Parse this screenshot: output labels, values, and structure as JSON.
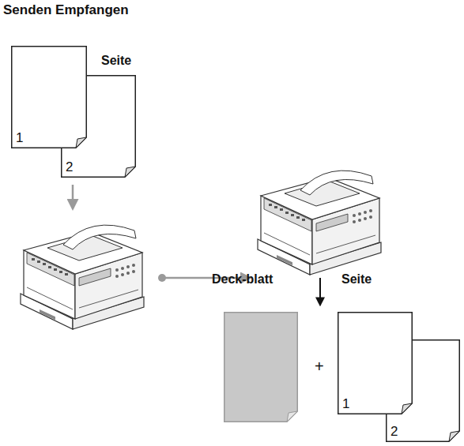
{
  "diagram": {
    "title": "Senden Empfangen",
    "nodes": [
      {
        "text": [
          "1"
        ]
      },
      {
        "text": [
          "2"
        ]
      },
      {
        "text": [
          "Deck-blatt"
        ]
      },
      {
        "text": [
          "1"
        ]
      },
      {
        "text": [
          "2"
        ]
      }
    ],
    "labels": [
      "Seite",
      "Seite",
      "+"
    ]
  }
}
